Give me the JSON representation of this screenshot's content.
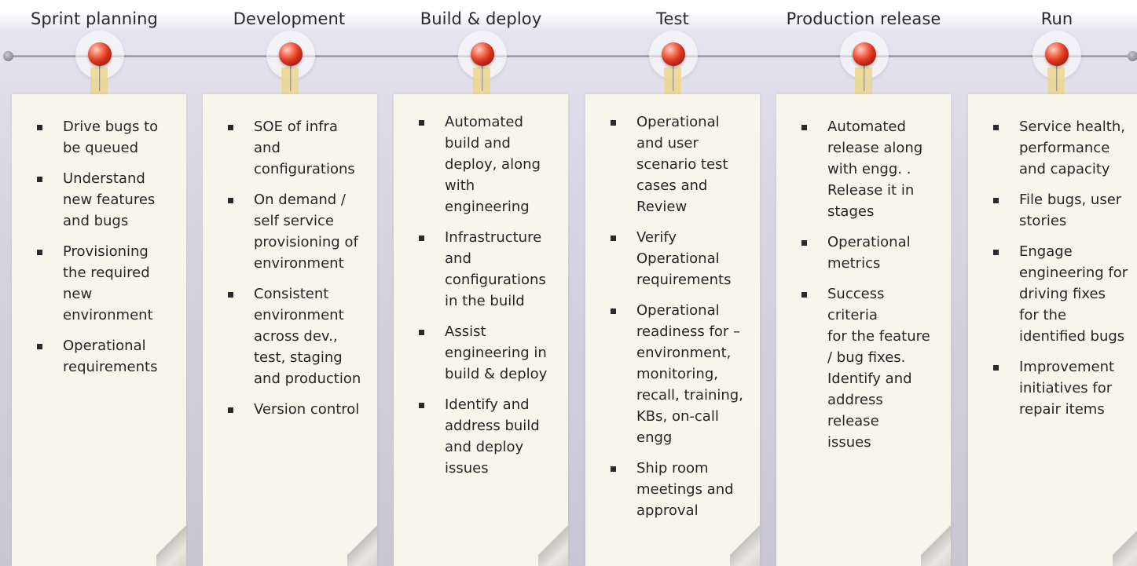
{
  "stages": [
    {
      "title": "Sprint planning",
      "items": [
        "Drive bugs to\nbe queued",
        "Understand\nnew features\nand bugs",
        "Provisioning\nthe required\nnew\nenvironment",
        "Operational\nrequirements"
      ]
    },
    {
      "title": "Development",
      "items": [
        "SOE of infra\nand\nconfigurations",
        "On demand /\nself service\nprovisioning of\nenvironment",
        "Consistent\nenvironment\nacross dev.,\ntest, staging\nand production",
        "Version control"
      ]
    },
    {
      "title": "Build & deploy",
      "items": [
        "Automated\nbuild and\ndeploy, along\nwith\nengineering",
        "Infrastructure\nand\nconfigurations\nin the build",
        "Assist\nengineering in\n build & deploy",
        "Identify and\naddress build\nand deploy\nissues"
      ]
    },
    {
      "title": "Test",
      "items": [
        "Operational\nand user\nscenario test\ncases and\nReview",
        "Verify\nOperational\nrequirements",
        "Operational\nreadiness for –\nenvironment,\nmonitoring,\nrecall, training,\nKBs, on-call\nengg",
        "Ship room\nmeetings and\napproval"
      ]
    },
    {
      "title": "Production release",
      "items": [
        "Automated\nrelease along\nwith engg. .\nRelease it in\nstages",
        "Operational\nmetrics",
        "Success criteria\n for the feature\n / bug fixes.\nIdentify and\naddress release\nissues"
      ]
    },
    {
      "title": "Run",
      "items": [
        "Service health,\nperformance\nand capacity",
        "File bugs, user\nstories",
        "Engage\nengineering for\n driving fixes\nfor the\nidentified bugs",
        "Improvement\ninitiatives for\nrepair items"
      ]
    }
  ],
  "colors": {
    "card": "#f8f6eb",
    "pin": "#d9351f",
    "tape": "#ecd68c",
    "timeline": "#9a98a2"
  }
}
